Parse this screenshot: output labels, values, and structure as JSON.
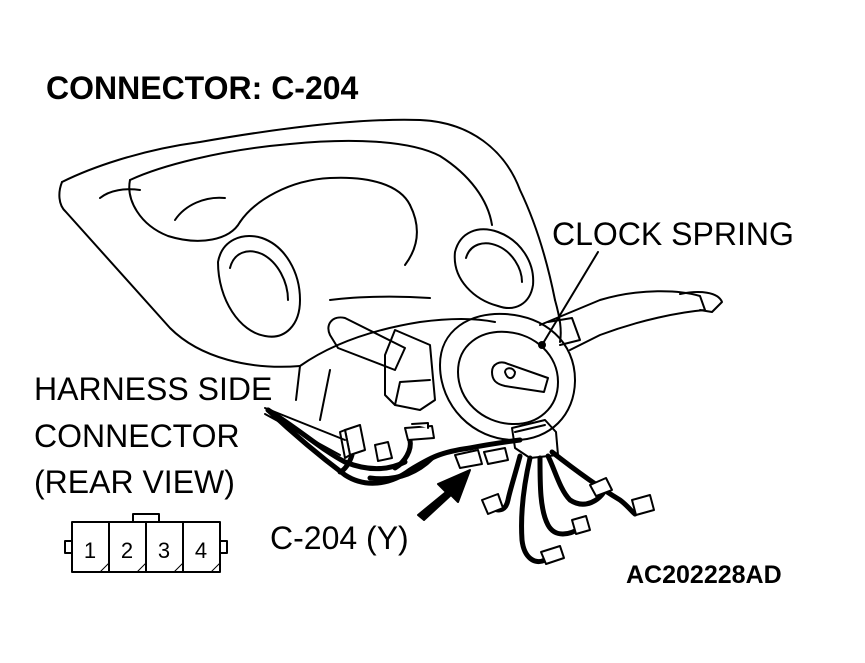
{
  "title": "CONNECTOR: C-204",
  "labels": {
    "clock_spring": "CLOCK SPRING",
    "harness_line1": "HARNESS SIDE",
    "harness_line2": "CONNECTOR",
    "harness_line3": "(REAR VIEW)",
    "connector_callout": "C-204 (Y)",
    "figure_code": "AC202228AD"
  },
  "connector_pins": [
    "1",
    "2",
    "3",
    "4"
  ]
}
